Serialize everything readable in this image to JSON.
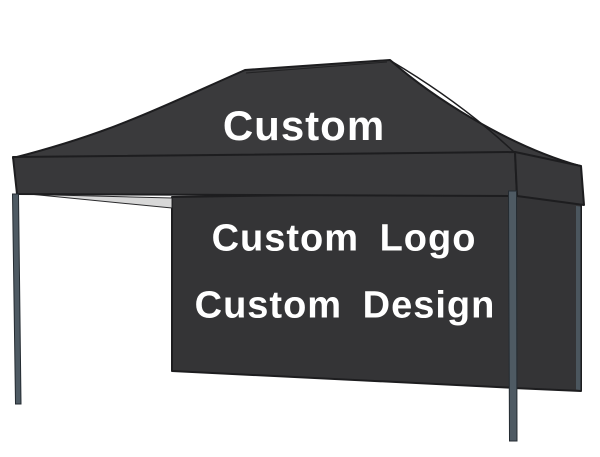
{
  "tent": {
    "canopy_text": "Custom",
    "sidewall_text_line1": "Custom Logo",
    "sidewall_text_line2": "Custom Design",
    "colors": {
      "canopy": "#3a3a3c",
      "valance": "#38383a",
      "wall": "#343436",
      "outline": "#1d1d1f",
      "pole": "#4e5a63",
      "pole_outline": "#242b31",
      "roof_underside": "#d8d8d8",
      "print_text": "#ffffff",
      "background": "#ffffff"
    }
  }
}
